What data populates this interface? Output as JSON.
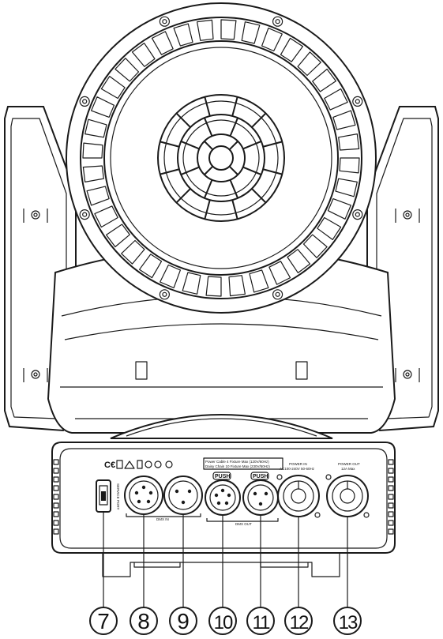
{
  "labels": {
    "service_port": "SERVICE PORT",
    "dmx_in": "DMX IN",
    "dmx_out": "DMX OUT",
    "push": "PUSH",
    "power_in": "POWER IN",
    "power_in_spec": "AC100-240V 50-60Hz",
    "power_out": "POWER OUT",
    "power_out_spec": "12A Max",
    "power_cable_line1": "Power Cable   4 Fixture Max (120V/60Hz)",
    "power_cable_line2": "Daisy Chain  10 Fixture Max (230V/50Hz)"
  },
  "callouts": [
    "7",
    "8",
    "9",
    "10",
    "11",
    "12",
    "13"
  ]
}
